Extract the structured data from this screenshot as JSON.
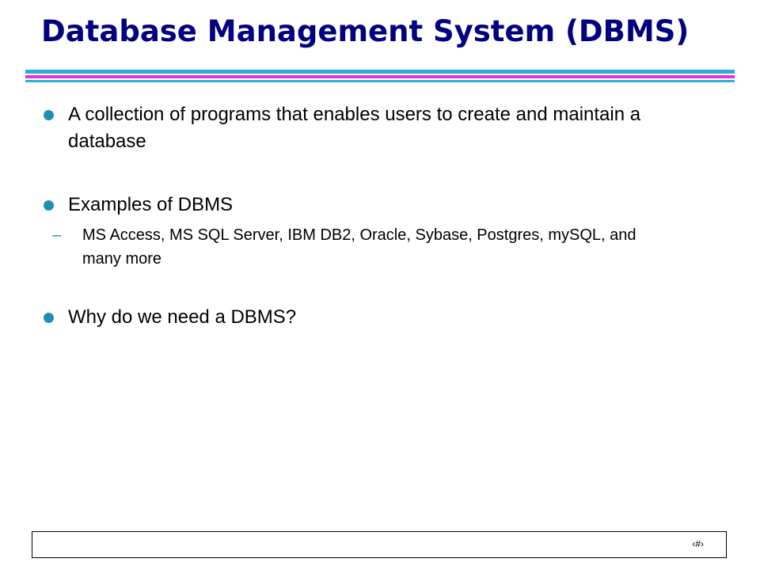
{
  "slide": {
    "title": "Database Management System (DBMS)",
    "bullets": [
      {
        "text": "A collection of programs that enables users to create and maintain a database",
        "sub_items": []
      },
      {
        "text": "Examples of DBMS",
        "sub_items": [
          {
            "marker": "–",
            "text": "MS Access, MS SQL Server, IBM DB2, Oracle, Sybase, Postgres, mySQL, and many more"
          }
        ]
      },
      {
        "text": "Why do we need a DBMS?",
        "sub_items": []
      }
    ],
    "slide_number": "‹#›"
  },
  "colors": {
    "title": "#000080",
    "rule_cyan": "#2ab0d8",
    "rule_magenta": "#e830e8",
    "bullet": "#1f8fb8"
  },
  "icons": {
    "bullet": "filled-circle",
    "sub_bullet": "en-dash"
  }
}
